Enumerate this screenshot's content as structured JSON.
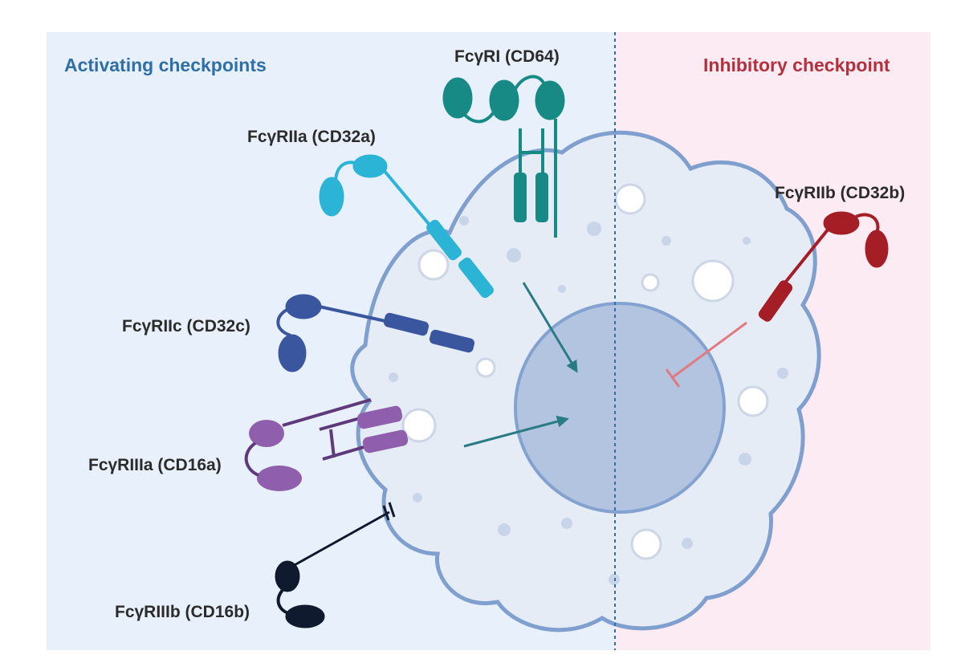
{
  "sections": {
    "activating": {
      "title": "Activating checkpoints",
      "color": "#2f6fa8",
      "background": "#e8f1fb"
    },
    "inhibitory": {
      "title": "Inhibitory checkpoint",
      "color": "#b3313c",
      "background": "#fdebf4"
    }
  },
  "cell": {
    "membrane_color": "#7f9fcf",
    "cytoplasm_color": "#e6ecf6",
    "nucleus_color": "#b0c2de"
  },
  "receptors": [
    {
      "id": "fcgr1",
      "label": "FcγRI (CD64)",
      "color": "#178a86",
      "effect": "activating"
    },
    {
      "id": "fcgr2a",
      "label": "FcγRIIa (CD32a)",
      "color": "#2bb4d6",
      "effect": "activating"
    },
    {
      "id": "fcgr2c",
      "label": "FcγRIIc (CD32c)",
      "color": "#3a569e",
      "effect": "activating"
    },
    {
      "id": "fcgr3a",
      "label": "FcγRIIIa (CD16a)",
      "color": "#8f5fae",
      "effect": "activating"
    },
    {
      "id": "fcgr3b",
      "label": "FcγRIIIb (CD16b)",
      "color": "#0f1a2e",
      "effect": "activating"
    },
    {
      "id": "fcgr2b",
      "label": "FcγRIIb (CD32b)",
      "color": "#a51e26",
      "effect": "inhibitory"
    }
  ]
}
